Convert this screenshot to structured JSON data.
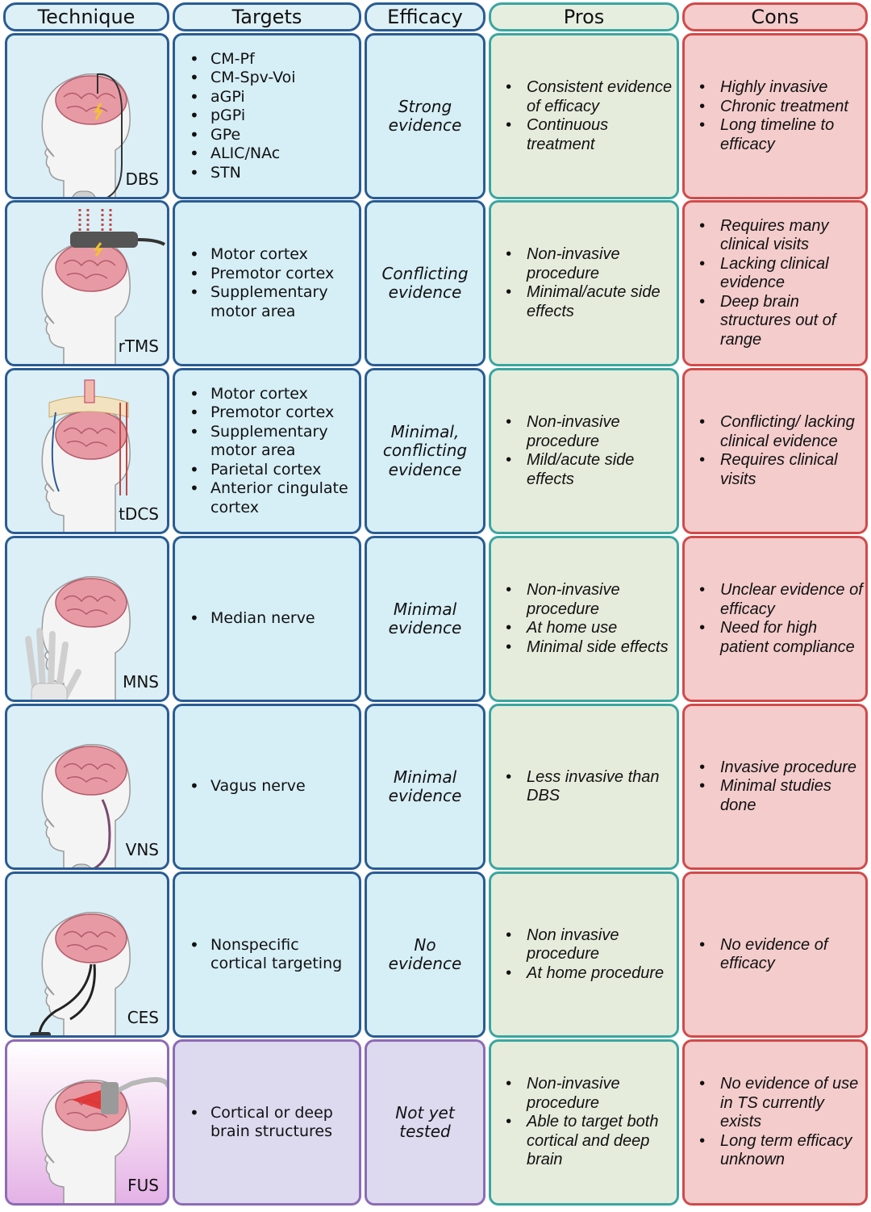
{
  "headers": [
    "Technique",
    "Targets",
    "Efficacy",
    "Pros",
    "Cons"
  ],
  "rows": [
    {
      "technique": "DBS",
      "targets": [
        "CM-Pf",
        "CM-Spv-Voi",
        "aGPi",
        "pGPi",
        "GPe",
        "ALIC/NAc",
        "STN"
      ],
      "efficacy": "Strong evidence",
      "pros": [
        "Consistent evidence of efficacy",
        "Continuous treatment"
      ],
      "cons": [
        "Highly invasive",
        "Chronic treatment",
        "Long timeline to efficacy"
      ]
    },
    {
      "technique": "rTMS",
      "targets": [
        "Motor cortex",
        "Premotor cortex",
        "Supplementary motor area"
      ],
      "efficacy": "Conflicting evidence",
      "pros": [
        "Non-invasive procedure",
        "Minimal/acute side effects"
      ],
      "cons": [
        "Requires many clinical visits",
        "Lacking clinical evidence",
        "Deep brain structures out of range"
      ]
    },
    {
      "technique": "tDCS",
      "targets": [
        "Motor cortex",
        "Premotor cortex",
        "Supplementary motor area",
        "Parietal cortex",
        "Anterior cingulate cortex"
      ],
      "efficacy": "Minimal, conflicting evidence",
      "pros": [
        "Non-invasive procedure",
        "Mild/acute side effects"
      ],
      "cons": [
        "Conflicting/ lacking clinical evidence",
        "Requires clinical visits"
      ]
    },
    {
      "technique": "MNS",
      "targets": [
        "Median nerve"
      ],
      "efficacy": "Minimal evidence",
      "pros": [
        "Non-invasive procedure",
        "At home use",
        "Minimal side effects"
      ],
      "cons": [
        "Unclear evidence of efficacy",
        "Need for high patient compliance"
      ]
    },
    {
      "technique": "VNS",
      "targets": [
        "Vagus nerve"
      ],
      "efficacy": "Minimal evidence",
      "pros": [
        "Less invasive than DBS"
      ],
      "cons": [
        "Invasive procedure",
        "Minimal studies done"
      ]
    },
    {
      "technique": "CES",
      "targets": [
        "Nonspecific cortical targeting"
      ],
      "efficacy": "No evidence",
      "pros": [
        "Non invasive procedure",
        "At home procedure"
      ],
      "cons": [
        "No evidence of efficacy"
      ]
    },
    {
      "technique": "FUS",
      "targets": [
        "Cortical or deep brain structures"
      ],
      "efficacy": "Not yet tested",
      "pros": [
        "Non-invasive procedure",
        "Able to target both cortical and deep brain"
      ],
      "cons": [
        "No evidence of use in TS currently exists",
        "Long term efficacy unknown"
      ]
    }
  ],
  "colors": {
    "blue_border": "#2a5c93",
    "teal_border": "#3aa6a0",
    "red_border": "#d24a4a",
    "purple_border": "#8d6bb5",
    "brain": "#e79aa4"
  },
  "icons": [
    "head-profile-icon",
    "brain-icon",
    "electrode-icon",
    "lightning-icon"
  ]
}
